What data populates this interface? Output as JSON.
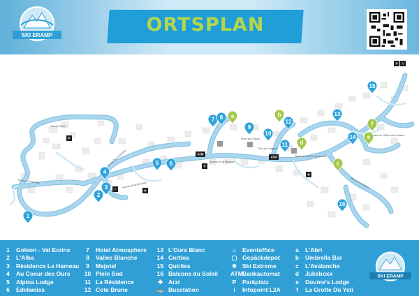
{
  "header": {
    "title": "ORTSPLAN",
    "logo_text": "SKI ERAMP"
  },
  "map": {
    "place_labels": [
      {
        "text": "Grande Place"
      },
      {
        "text": "Route du Petit Plan"
      },
      {
        "text": "Route du Chantebise"
      },
      {
        "text": "Avenue de la Mourelle"
      },
      {
        "text": "Avenue de la Mourelle"
      },
      {
        "text": "Place de 2 Alpes"
      },
      {
        "text": "Rue des Sagnes"
      },
      {
        "text": "Place de la Croix des Lombe"
      },
      {
        "text": "Rue de Rochebise"
      },
      {
        "text": "Place de l'Office du Tourisme"
      }
    ],
    "pins": [
      {
        "label": "1",
        "color": "#2fa3da"
      },
      {
        "label": "2",
        "color": "#2fa3da"
      },
      {
        "label": "3",
        "color": "#2fa3da"
      },
      {
        "label": "4",
        "color": "#2fa3da"
      },
      {
        "label": "5",
        "color": "#2fa3da"
      },
      {
        "label": "6",
        "color": "#2fa3da"
      },
      {
        "label": "7",
        "color": "#2fa3da"
      },
      {
        "label": "8",
        "color": "#2fa3da"
      },
      {
        "label": "9",
        "color": "#2fa3da"
      },
      {
        "label": "10",
        "color": "#2fa3da"
      },
      {
        "label": "11",
        "color": "#2fa3da"
      },
      {
        "label": "12",
        "color": "#2fa3da"
      },
      {
        "label": "13",
        "color": "#2fa3da"
      },
      {
        "label": "14",
        "color": "#2fa3da"
      },
      {
        "label": "15",
        "color": "#2fa3da"
      },
      {
        "label": "16",
        "color": "#2fa3da"
      },
      {
        "label": "a",
        "color": "#a3c94a"
      },
      {
        "label": "b",
        "color": "#a3c94a"
      },
      {
        "label": "c",
        "color": "#a3c94a"
      },
      {
        "label": "d",
        "color": "#a3c94a"
      },
      {
        "label": "e",
        "color": "#a3c94a"
      },
      {
        "label": "f",
        "color": "#a3c94a"
      }
    ],
    "symbols": [
      {
        "kind": "atm",
        "text": "ATM"
      },
      {
        "kind": "atm",
        "text": "ATM"
      },
      {
        "kind": "parking",
        "text": "P"
      },
      {
        "kind": "parking",
        "text": "P"
      },
      {
        "kind": "parking",
        "text": "P"
      },
      {
        "kind": "bus",
        "text": "✚"
      },
      {
        "kind": "bus",
        "text": "✚"
      },
      {
        "kind": "info",
        "text": "i"
      },
      {
        "kind": "info",
        "text": "i"
      }
    ]
  },
  "legend": {
    "columns": [
      [
        {
          "key": "1",
          "text": "Goleon - Val Ecrins"
        },
        {
          "key": "2",
          "text": "L'Alba"
        },
        {
          "key": "3",
          "text": "Résidence Le Hameau"
        },
        {
          "key": "4",
          "text": "Au Coeur des Ours"
        },
        {
          "key": "5",
          "text": "Alpina Lodge"
        },
        {
          "key": "6",
          "text": "Edelweiss"
        }
      ],
      [
        {
          "key": "7",
          "text": "Hotel Atmosphere"
        },
        {
          "key": "8",
          "text": "Vallee Blanche"
        },
        {
          "key": "9",
          "text": "Mejotel"
        },
        {
          "key": "10",
          "text": "Plein Sud"
        },
        {
          "key": "11",
          "text": "La Résidence"
        },
        {
          "key": "12",
          "text": "Cote Brune"
        }
      ],
      [
        {
          "key": "13",
          "text": "L'Ours Blanc"
        },
        {
          "key": "14",
          "text": "Cortina"
        },
        {
          "key": "15",
          "text": "Quirlies"
        },
        {
          "key": "16",
          "text": "Balcons du Soleil"
        },
        {
          "key": "✚",
          "text": "Arzt"
        },
        {
          "key": "🚌",
          "text": "Busstation"
        }
      ],
      [
        {
          "key": "⌂",
          "text": "Eventoffice"
        },
        {
          "key": "▢",
          "text": "Gepäckdepot"
        },
        {
          "key": "❄",
          "text": "Ski Extreme"
        },
        {
          "key": "ATM",
          "text": "Bankautomat"
        },
        {
          "key": "P",
          "text": "Parkplatz"
        },
        {
          "key": "i",
          "text": "Infopoint L2A"
        }
      ],
      [
        {
          "key": "a",
          "text": "L'Abri"
        },
        {
          "key": "b",
          "text": "Umbrella Bar"
        },
        {
          "key": "c",
          "text": "L'Avalanche"
        },
        {
          "key": "d",
          "text": "Jukeboxx"
        },
        {
          "key": "e",
          "text": "Doume's Lodge"
        },
        {
          "key": "f",
          "text": "La Grotte Du Yeti"
        }
      ]
    ]
  },
  "colors": {
    "road": "#a9d6ee",
    "road_edge": "#7fbfe0",
    "building": "#eeeeee",
    "accent_blue": "#2f9fd6",
    "accent_green": "#a3c94a"
  }
}
